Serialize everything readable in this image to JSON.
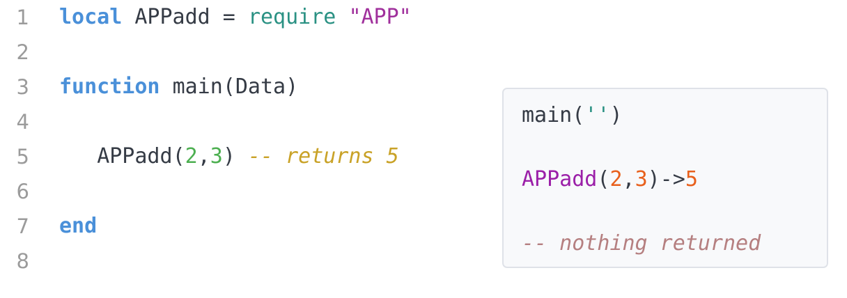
{
  "editor": {
    "language": "lua",
    "gutter_numbers": [
      "1",
      "2",
      "3",
      "4",
      "5",
      "6",
      "7",
      "8"
    ],
    "lines": [
      {
        "number": "1",
        "plain": "local APPadd = require \"APP\"",
        "tokens": [
          {
            "text": "local",
            "kind": "keyword"
          },
          {
            "text": " ",
            "kind": "punct"
          },
          {
            "text": "APPadd",
            "kind": "ident"
          },
          {
            "text": " = ",
            "kind": "punct"
          },
          {
            "text": "require",
            "kind": "builtin"
          },
          {
            "text": " ",
            "kind": "punct"
          },
          {
            "text": "\"APP\"",
            "kind": "string"
          }
        ]
      },
      {
        "number": "2",
        "plain": "",
        "tokens": []
      },
      {
        "number": "3",
        "plain": "function main(Data)",
        "tokens": [
          {
            "text": "function",
            "kind": "keyword"
          },
          {
            "text": " ",
            "kind": "punct"
          },
          {
            "text": "main",
            "kind": "ident"
          },
          {
            "text": "(",
            "kind": "punct"
          },
          {
            "text": "Data",
            "kind": "ident"
          },
          {
            "text": ")",
            "kind": "punct"
          }
        ]
      },
      {
        "number": "4",
        "plain": "",
        "tokens": []
      },
      {
        "number": "5",
        "plain": "   APPadd(2,3) -- returns 5",
        "tokens": [
          {
            "text": "   ",
            "kind": "punct"
          },
          {
            "text": "APPadd",
            "kind": "ident"
          },
          {
            "text": "(",
            "kind": "punct"
          },
          {
            "text": "2",
            "kind": "number"
          },
          {
            "text": ",",
            "kind": "punct"
          },
          {
            "text": "3",
            "kind": "number"
          },
          {
            "text": ") ",
            "kind": "punct"
          },
          {
            "text": "-- returns 5",
            "kind": "comment"
          }
        ]
      },
      {
        "number": "6",
        "plain": "",
        "tokens": []
      },
      {
        "number": "7",
        "plain": "end",
        "tokens": [
          {
            "text": "end",
            "kind": "keyword"
          }
        ]
      },
      {
        "number": "8",
        "plain": "",
        "tokens": []
      }
    ]
  },
  "result_panel": {
    "lines": [
      {
        "plain": "main('')",
        "tokens": [
          {
            "text": "main",
            "kind": "ident"
          },
          {
            "text": "(",
            "kind": "punct"
          },
          {
            "text": "''",
            "kind": "string"
          },
          {
            "text": ")",
            "kind": "punct"
          }
        ]
      },
      {
        "plain": "APPadd(2,3)->5",
        "tokens": [
          {
            "text": "APPadd",
            "kind": "func"
          },
          {
            "text": "(",
            "kind": "punct"
          },
          {
            "text": "2",
            "kind": "number"
          },
          {
            "text": ",",
            "kind": "punct"
          },
          {
            "text": "3",
            "kind": "number"
          },
          {
            "text": ")->",
            "kind": "punct"
          },
          {
            "text": "5",
            "kind": "number"
          }
        ]
      },
      {
        "plain": "-- nothing returned",
        "tokens": [
          {
            "text": "-- nothing returned",
            "kind": "comment"
          }
        ]
      }
    ]
  },
  "colors": {
    "background": "#ffffff",
    "gutter_text": "#9b9b9b",
    "identifier": "#353b45",
    "keyword": "#4a90d9",
    "builtin": "#2a9183",
    "string": "#a0309c",
    "number": "#4caf50",
    "comment": "#c9a227",
    "panel_background": "#f8f9fb",
    "panel_border": "#dfe2e8",
    "panel_function": "#9b1fa8",
    "panel_number": "#e8601c",
    "panel_string": "#2a9183",
    "panel_comment": "#b57f80"
  }
}
